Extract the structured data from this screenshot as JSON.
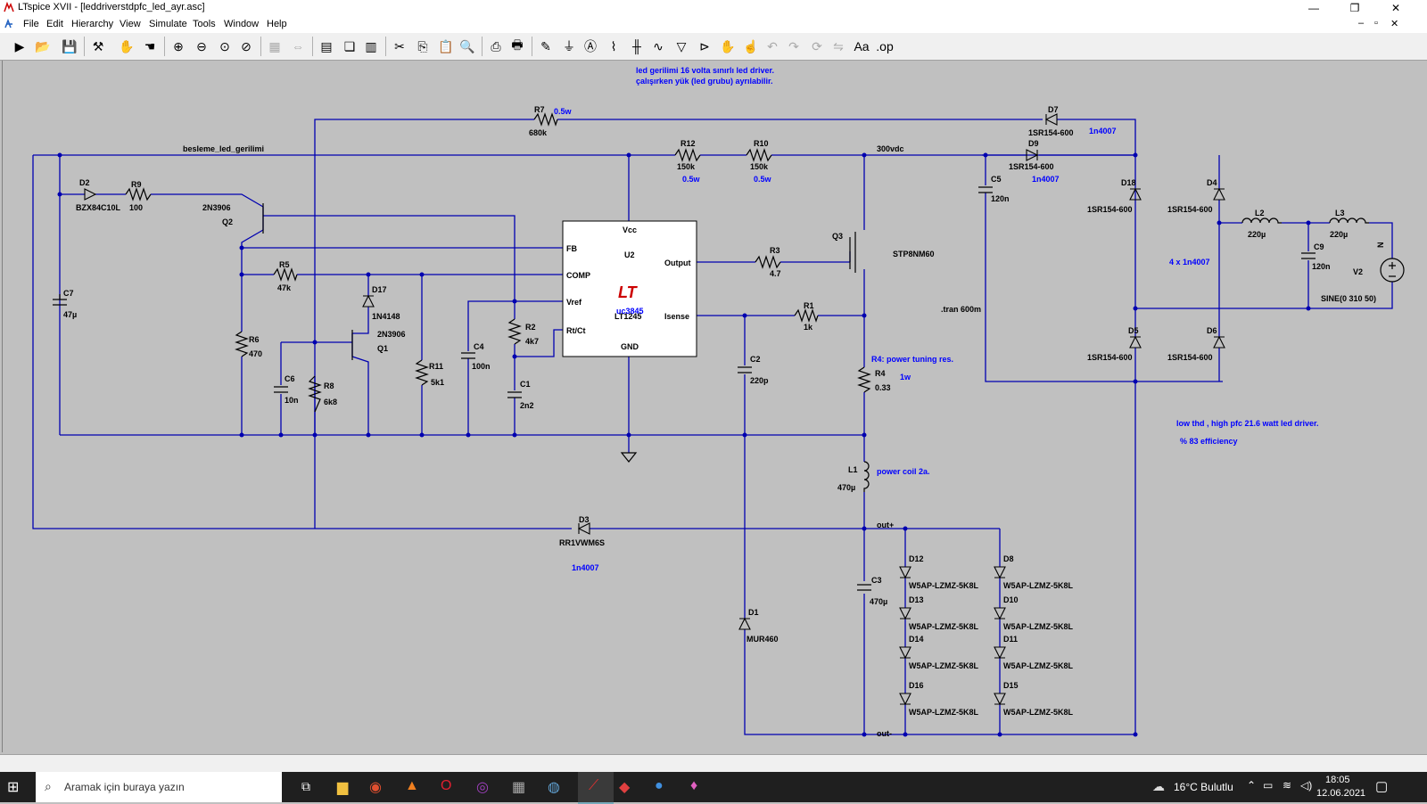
{
  "window": {
    "title": "LTspice XVII - [leddriverstdpfc_led_ayr.asc]",
    "controls": {
      "minimize": "—",
      "maximize": "❐",
      "close": "✕"
    },
    "mdi_controls": {
      "minimize": "–",
      "restore": "▫",
      "close": "✕"
    }
  },
  "menu": [
    "File",
    "Edit",
    "Hierarchy",
    "View",
    "Simulate",
    "Tools",
    "Window",
    "Help"
  ],
  "toolbar_icons": [
    "run-icon",
    "open-icon",
    "save-icon",
    "control-panel-icon",
    "halt-icon",
    "pan-icon",
    "zoom-in-icon",
    "zoom-out-icon",
    "zoom-fit-icon",
    "zoom-cancel-icon",
    "grid-icon",
    "autorange-icon",
    "tile-horizontal-icon",
    "cascade-icon",
    "tile-vertical-icon",
    "cut-icon",
    "copy-icon",
    "paste-icon",
    "find-icon",
    "print-setup-icon",
    "print-icon",
    "wire-icon",
    "ground-icon",
    "label-icon",
    "resistor-icon",
    "capacitor-icon",
    "inductor-icon",
    "diode-icon",
    "component-icon",
    "move-icon",
    "drag-icon",
    "undo-icon",
    "redo-icon",
    "rotate-icon",
    "mirror-icon",
    "text-icon",
    "spice-directive-icon"
  ],
  "schematic": {
    "notes": {
      "line1": "led gerilimi 16 volta sınırlı led driver.",
      "line2": "çalışırken yük (led grubu) ayrılabilir.",
      "r4note": "R4: power tuning res.",
      "r4w": "1w",
      "lowthd": "low thd , high pfc 21.6 watt led driver.",
      "eff": "% 83 efficiency",
      "bridge": "4 x 1n4007",
      "l1note": "power coil 2a.",
      "d3note": "1n4007",
      "d7note": "1n4007",
      "d9note": "1n4007",
      "r7w": "0.5w",
      "r12w": "0.5w",
      "r10w": "0.5w",
      "tran": ".tran 600m"
    },
    "nets": {
      "besleme": "besleme_led_gerilimi",
      "hv": "300vdc",
      "outp": "out+",
      "outn": "out-",
      "nin": "N"
    },
    "ic": {
      "pins": {
        "vcc": "Vcc",
        "fb": "FB",
        "comp": "COMP",
        "vref": "Vref",
        "rtct": "Rt/Ct",
        "gnd": "GND",
        "output": "Output",
        "isense": "Isense"
      },
      "ref": "U2",
      "logo": "LT",
      "part": "uc3845",
      "model": "LT1245"
    },
    "parts": {
      "r7": "R7",
      "r7v": "680k",
      "r12": "R12",
      "r12v": "150k",
      "r10": "R10",
      "r10v": "150k",
      "r9": "R9",
      "r9v": "100",
      "r5": "R5",
      "r5v": "47k",
      "r6": "R6",
      "r6v": "470",
      "r8": "R8",
      "r8v": "6k8",
      "r11": "R11",
      "r11v": "5k1",
      "r2": "R2",
      "r2v": "4k7",
      "r3": "R3",
      "r3v": "4.7",
      "r1": "R1",
      "r1v": "1k",
      "r4": "R4",
      "r4v": "0.33",
      "c7": "C7",
      "c7v": "47µ",
      "c6": "C6",
      "c6v": "10n",
      "c4": "C4",
      "c4v": "100n",
      "c1": "C1",
      "c1v": "2n2",
      "c2": "C2",
      "c2v": "220p",
      "c3": "C3",
      "c3v": "470µ",
      "c5": "C5",
      "c5v": "120n",
      "c9": "C9",
      "c9v": "120n",
      "l1": "L1",
      "l1v": "470µ",
      "l2": "L2",
      "l2v": "220µ",
      "l3": "L3",
      "l3v": "220µ",
      "d2": "D2",
      "d2v": "BZX84C10L",
      "d17": "D17",
      "d17v": "1N4148",
      "d3": "D3",
      "d3v": "RR1VWM6S",
      "d1": "D1",
      "d1v": "MUR460",
      "d7": "D7",
      "d7v": "1SR154-600",
      "d9": "D9",
      "d9v": "1SR154-600",
      "d18": "D18",
      "d18v": "1SR154-600",
      "d4": "D4",
      "d4v": "1SR154-600",
      "d5": "D5",
      "d5v": "1SR154-600",
      "d6": "D6",
      "d6v": "1SR154-600",
      "q1": "Q1",
      "q1v": "2N3906",
      "q2": "Q2",
      "q2v": "2N3906",
      "q3": "Q3",
      "q3v": "STP8NM60",
      "v2": "V2",
      "v2v": "SINE(0 310 50)"
    },
    "leds": [
      {
        "ref": "D12",
        "model": "W5AP-LZMZ-5K8L"
      },
      {
        "ref": "D13",
        "model": "W5AP-LZMZ-5K8L"
      },
      {
        "ref": "D14",
        "model": "W5AP-LZMZ-5K8L"
      },
      {
        "ref": "D16",
        "model": "W5AP-LZMZ-5K8L"
      },
      {
        "ref": "D8",
        "model": "W5AP-LZMZ-5K8L"
      },
      {
        "ref": "D10",
        "model": "W5AP-LZMZ-5K8L"
      },
      {
        "ref": "D11",
        "model": "W5AP-LZMZ-5K8L"
      },
      {
        "ref": "D15",
        "model": "W5AP-LZMZ-5K8L"
      }
    ],
    "colors": {
      "wire": "#0000b0",
      "text": "#000000",
      "note": "#0000ff",
      "logo": "#cc0000"
    }
  },
  "taskbar": {
    "search_placeholder": "Aramak için buraya yazın",
    "weather": "16°C  Bulutlu",
    "time": "18:05",
    "date": "12.06.2021"
  }
}
